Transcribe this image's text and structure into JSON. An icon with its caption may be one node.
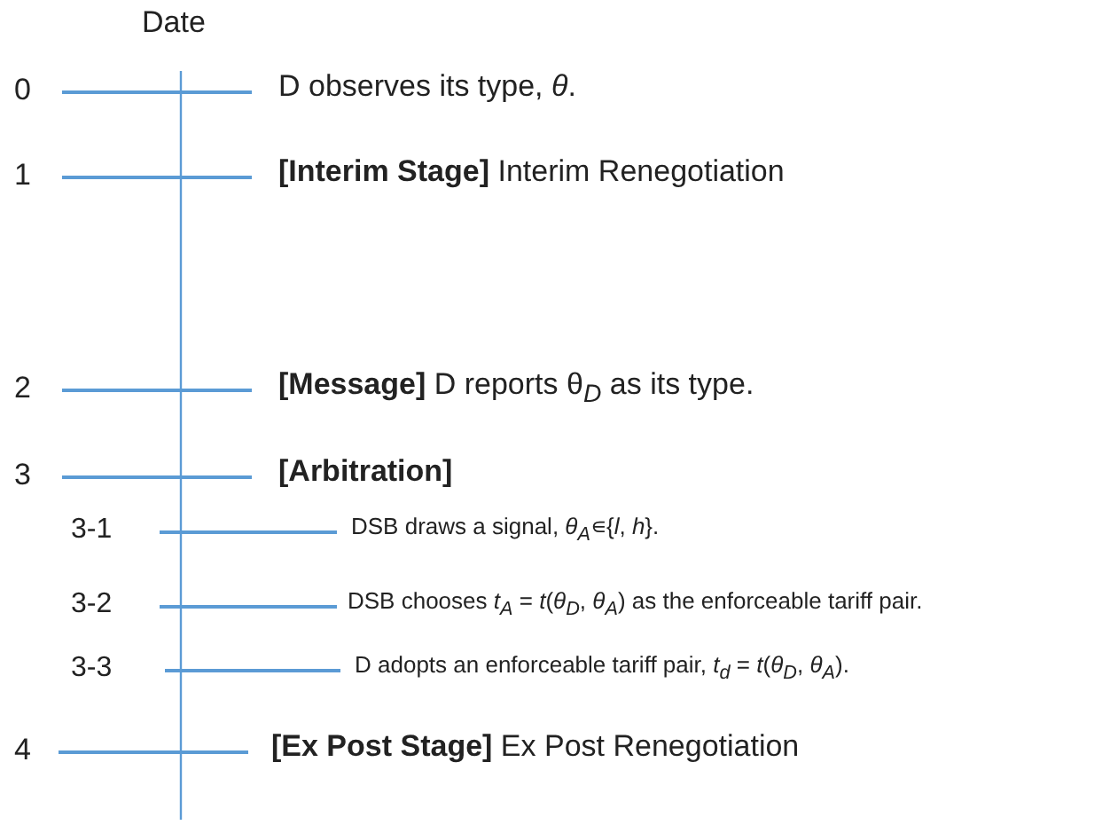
{
  "diagram": {
    "labels": [
      "Date",
      "0",
      "D observes its type, *θ*.",
      "1",
      "**[Interim Stage]** Interim Renegotiation",
      "2",
      "**[Message]** D reports θ$_{D}$ as its type.",
      "3",
      "[Arbitration]",
      "3-1",
      "DSB draws a signal, *θ*$_{A}$∊{*l*, *h*}.",
      "3-2",
      "DSB chooses *t*$_{A}$ = *t*(*θ*$_{D}$, *θ*$_{A}$) as  the enforceable tariff pair.",
      "3-3",
      "D adopts an enforceable tariff pair, *t*$_{d}$ = *t*(*θ*$_{D}$, *θ*$_{A}$).",
      "4",
      "**[Ex Post Stage]** Ex Post Renegotiation"
    ]
  }
}
